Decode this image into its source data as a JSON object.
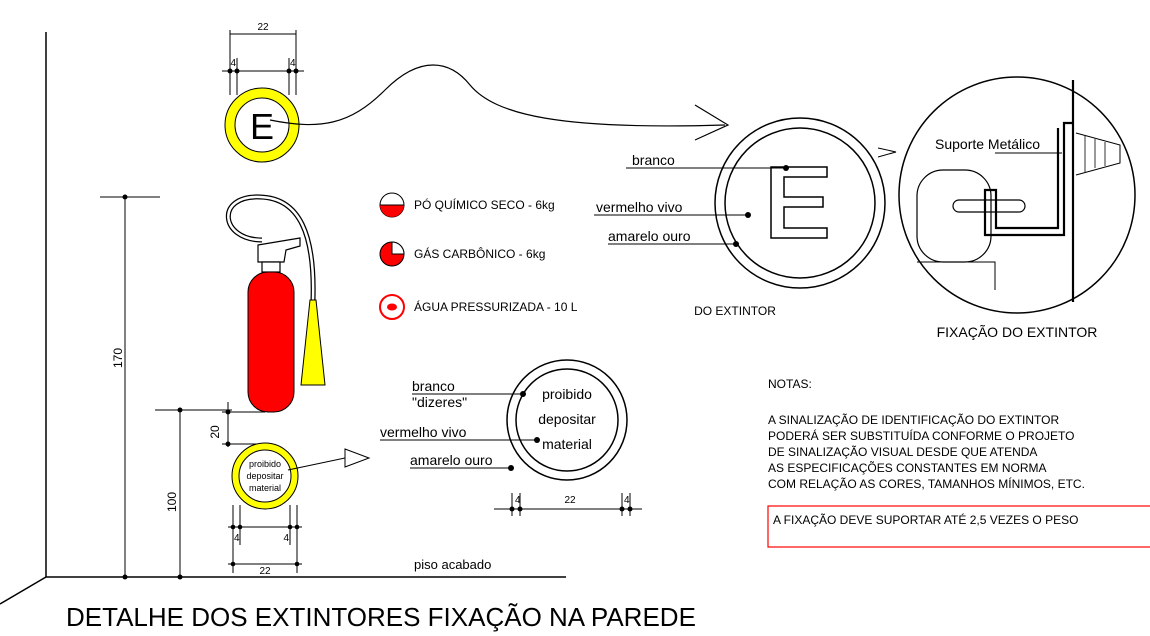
{
  "title": "DETALHE DOS EXTINTORES FIXAÇÃO NA PAREDE",
  "colors": {
    "red": "#ff0000",
    "yellow": "#ffff00",
    "black": "#000000",
    "white": "#ffffff"
  },
  "dimensions": {
    "top_width": "22",
    "top_margin_left": "4",
    "top_margin_right": "4",
    "height_total": "170",
    "height_base": "100",
    "gap": "20",
    "bottom_width": "22",
    "bottom_margin_left": "4",
    "bottom_margin_right": "4",
    "detail_width": "22",
    "detail_margin_left": "4",
    "detail_margin_right": "4"
  },
  "sign_letter": "E",
  "floor_label": "piso acabado",
  "legend": [
    {
      "label": "PÓ QUÍMICO SECO - 6kg",
      "icon": "half-filled-circle-icon"
    },
    {
      "label": "GÁS CARBÔNICO - 6kg",
      "icon": "quarter-circle-icon"
    },
    {
      "label": "ÁGUA PRESSURIZADA  - 10 L",
      "icon": "dot-circle-icon"
    }
  ],
  "sign_detail": {
    "caption": "DO EXTINTOR",
    "labels": {
      "white": "branco",
      "red": "vermelho vivo",
      "yellow": "amarelo ouro"
    }
  },
  "forbid_sign": {
    "small_lines": [
      "proibido",
      "depositar",
      "material"
    ],
    "big_lines": [
      "proibido",
      "depositar",
      "material"
    ],
    "labels": {
      "white": "branco",
      "sayings": "\"dizeres\"",
      "red": "vermelho vivo",
      "yellow": "amarelo ouro"
    }
  },
  "mount_detail": {
    "support_label": "Suporte Metálico",
    "caption": "FIXAÇÃO DO EXTINTOR"
  },
  "notes": {
    "heading": "NOTAS:",
    "lines": [
      "A SINALIZAÇÃO DE IDENTIFICAÇÃO DO EXTINTOR",
      "PODERÁ SER SUBSTITUÍDA CONFORME O PROJETO",
      "DE SINALIZAÇÃO VISUAL DESDE QUE ATENDA",
      "AS ESPECIFICAÇÕES CONSTANTES EM NORMA",
      "COM RELAÇÃO AS CORES, TAMANHOS MÍNIMOS, ETC."
    ],
    "warning": "A FIXAÇÃO DEVE SUPORTAR ATÉ 2,5 VEZES O PESO"
  }
}
